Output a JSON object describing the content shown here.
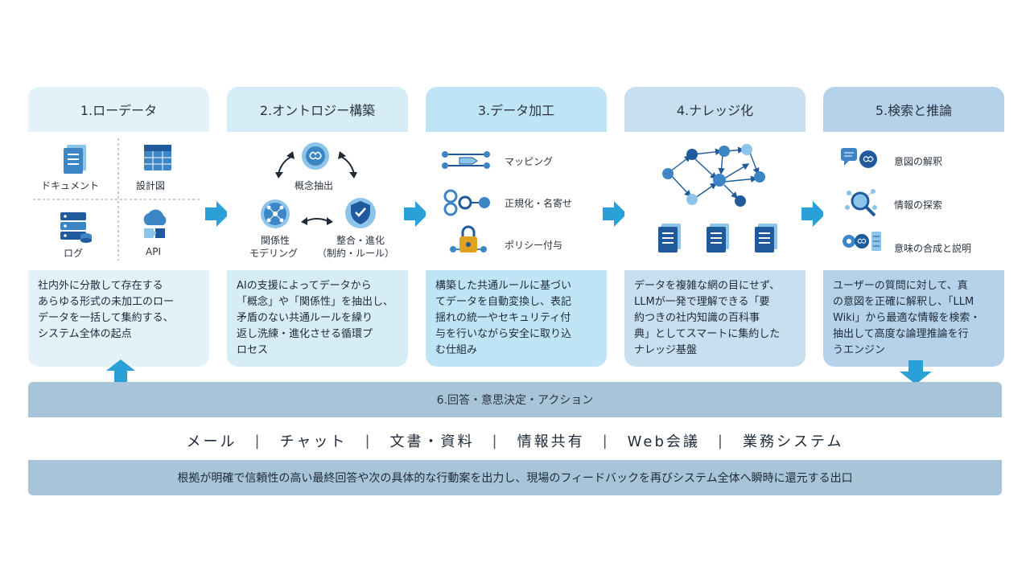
{
  "steps": [
    {
      "title": "1.ローデータ",
      "items": [
        "ドキュメント",
        "設計図",
        "ログ",
        "API"
      ],
      "text": [
        "社内外に分散して存在する",
        "あらゆる形式の未加工のロー",
        "データを一括して集約する、",
        "システム全体の起点"
      ]
    },
    {
      "title": "2.オントロジー構築",
      "items": [
        "概念抽出",
        "関係性",
        "モデリング",
        "整合・進化",
        "（制約・ルール）"
      ],
      "text": [
        "AIの支援によってデータから",
        "「概念」や「関係性」を抽出し、",
        "矛盾のない共通ルールを繰り",
        "返し洗練・進化させる循環プ",
        "ロセス"
      ]
    },
    {
      "title": "3.データ加工",
      "items": [
        "マッピング",
        "正規化・名寄せ",
        "ポリシー付与"
      ],
      "text": [
        "構築した共通ルールに基づい",
        "てデータを自動変換し、表記",
        "揺れの統一やセキュリティ付",
        "与を行いながら安全に取り込",
        "む仕組み"
      ]
    },
    {
      "title": "4.ナレッジ化",
      "items": [],
      "text": [
        "データを複雑な網の目にせず、",
        "LLMが一発で理解できる「要",
        "約つきの社内知識の百科事",
        "典」としてスマートに集約した",
        "ナレッジ基盤"
      ]
    },
    {
      "title": "5.検索と推論",
      "items": [
        "意図の解釈",
        "情報の探索",
        "意味の合成と説明"
      ],
      "text": [
        "ユーザーの質問に対して、真",
        "の意図を正確に解釈し、「LLM",
        "Wiki」から最適な情報を検索・",
        "抽出して高度な論理推論を行",
        "うエンジン"
      ]
    }
  ],
  "output": {
    "title": "6.回答・意思決定・アクション",
    "channels": [
      "メール",
      "チャット",
      "文書・資料",
      "情報共有",
      "Web会議",
      "業務システム"
    ],
    "description": "根拠が明確で信頼性の高い最終回答や次の具体的な行動案を出力し、現場のフィードバックを再びシステム全体へ瞬時に還元する出口"
  },
  "colors": {
    "icon_dark": "#1f5a9c",
    "icon_mid": "#3d86c6",
    "icon_light": "#8cc4ea",
    "arrow": "#2aa0d8",
    "bar": "#a8c4d9"
  }
}
